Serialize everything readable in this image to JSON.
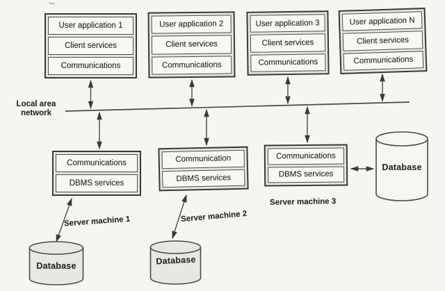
{
  "lan": {
    "line1": "Local area",
    "line2": "network"
  },
  "clients": [
    {
      "rows": [
        "User application 1",
        "Client services",
        "Communications"
      ]
    },
    {
      "rows": [
        "User application 2",
        "Client services",
        "Communications"
      ]
    },
    {
      "rows": [
        "User application 3",
        "Client services",
        "Communications"
      ]
    },
    {
      "rows": [
        "User application N",
        "Client services",
        "Communications"
      ]
    }
  ],
  "servers": [
    {
      "rows": [
        "Communications",
        "DBMS services"
      ],
      "label": "Server machine 1"
    },
    {
      "rows": [
        "Communication",
        "DBMS services"
      ],
      "label": "Server machine 2"
    },
    {
      "rows": [
        "Communications",
        "DBMS services"
      ],
      "label": "Server machine 3"
    }
  ],
  "databases": [
    {
      "label": "Database"
    },
    {
      "label": "Database"
    },
    {
      "label": "Database"
    }
  ],
  "colors": {
    "ink": "#3a3937",
    "box_fill": "#e8e6e0",
    "cell_fill": "#f8f7f3",
    "cylinder_fill_gray": "#e9e7e1",
    "cylinder_fill_light": "#f7f6f2",
    "paper": "#f6f5f1"
  }
}
